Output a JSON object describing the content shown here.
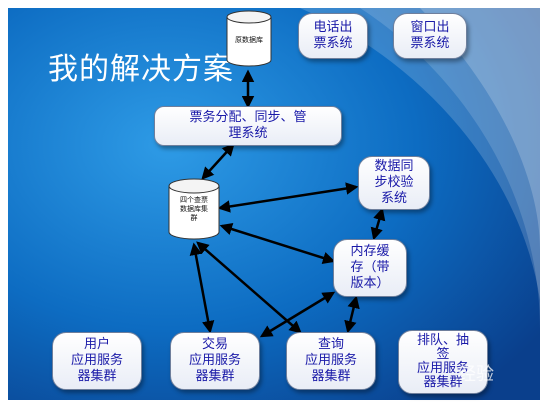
{
  "title": "我的解决方案",
  "nodes": {
    "db_main": "原数据库",
    "phone": [
      "电话出",
      "票系统"
    ],
    "window": [
      "窗口出",
      "票系统"
    ],
    "ticket_alloc": [
      "票务分配、同步、管",
      "理系统"
    ],
    "db_cluster": [
      "四个查票",
      "数据库集",
      "群"
    ],
    "sync_check": [
      "数据同",
      "步校验",
      "系统"
    ],
    "mem_cache": [
      "内存缓",
      "存（带",
      "版本）"
    ],
    "user_cluster": [
      "用户",
      "应用服务",
      "器集群"
    ],
    "trade_cluster": [
      "交易",
      "应用服务",
      "器集群"
    ],
    "query_cluster": [
      "查询",
      "应用服务",
      "器集群"
    ],
    "queue_cluster": [
      "排队、抽",
      "签",
      "应用服务",
      "器集群"
    ]
  },
  "watermark": "经验",
  "colors": {
    "background": "#0b63b8",
    "box_text": "#1a1aa8",
    "arrow": "#000000"
  }
}
